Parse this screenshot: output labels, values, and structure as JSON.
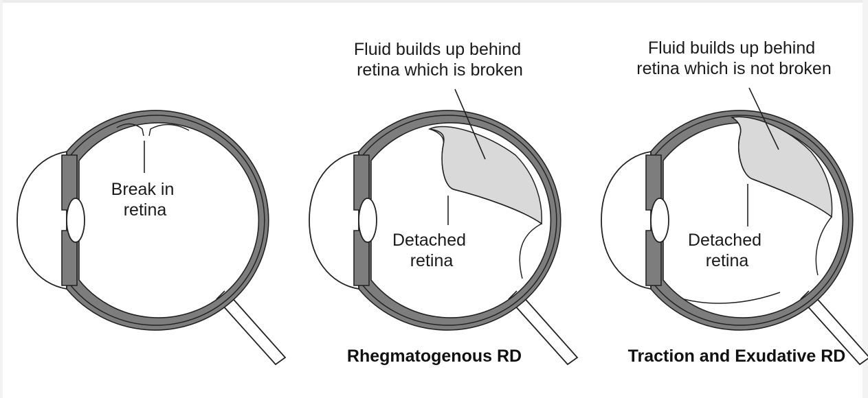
{
  "panels": [
    {
      "labels": [
        {
          "lines": [
            "Break in",
            "retina"
          ]
        }
      ],
      "caption": ""
    },
    {
      "labels": [
        {
          "lines": [
            "Fluid builds up behind",
            "retina which is broken"
          ]
        },
        {
          "lines": [
            "Detached",
            "retina"
          ]
        }
      ],
      "caption": "Rhegmatogenous RD"
    },
    {
      "labels": [
        {
          "lines": [
            "Fluid builds up behind",
            "retina which is not broken"
          ]
        },
        {
          "lines": [
            "Detached",
            "retina"
          ]
        }
      ],
      "caption": "Traction and Exudative RD"
    }
  ],
  "colors": {
    "wall": "#7d7d7d",
    "fluid": "#d9d9d9",
    "line": "#222222"
  }
}
